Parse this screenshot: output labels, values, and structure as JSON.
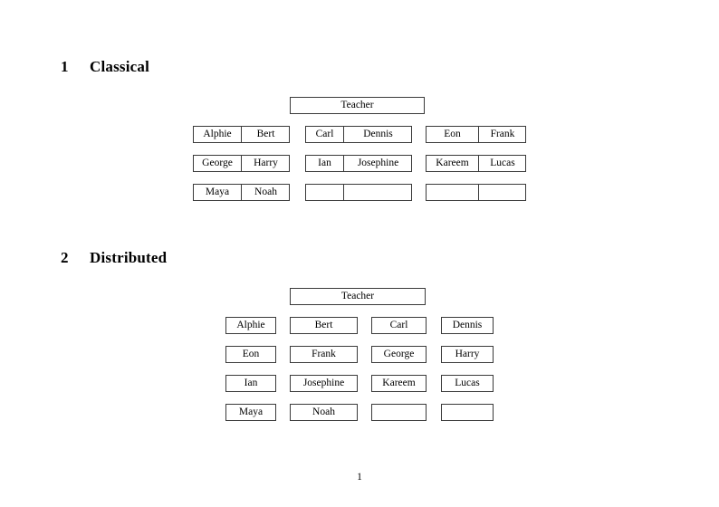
{
  "document": {
    "page_number": "1",
    "sections": [
      {
        "number": "1",
        "title": "Classical",
        "teacher_label": "Teacher",
        "layout": "grouped-pairs",
        "groups": [
          {
            "rows": [
              {
                "left": "Alphie",
                "right": "Bert"
              },
              {
                "left": "George",
                "right": "Harry"
              },
              {
                "left": "Maya",
                "right": "Noah"
              }
            ]
          },
          {
            "rows": [
              {
                "left": "Carl",
                "right": "Dennis"
              },
              {
                "left": "Ian",
                "right": "Josephine"
              },
              {
                "left": "",
                "right": ""
              }
            ]
          },
          {
            "rows": [
              {
                "left": "Eon",
                "right": "Frank"
              },
              {
                "left": "Kareem",
                "right": "Lucas"
              },
              {
                "left": "",
                "right": ""
              }
            ]
          }
        ]
      },
      {
        "number": "2",
        "title": "Distributed",
        "teacher_label": "Teacher",
        "layout": "individual-boxes",
        "grid": [
          [
            "Alphie",
            "Bert",
            "Carl",
            "Dennis"
          ],
          [
            "Eon",
            "Frank",
            "George",
            "Harry"
          ],
          [
            "Ian",
            "Josephine",
            "Kareem",
            "Lucas"
          ],
          [
            "Maya",
            "Noah",
            "",
            ""
          ]
        ]
      }
    ]
  },
  "colors": {
    "page_background": "#ffffff",
    "text": "#000000",
    "box_border": "#3a3a3a"
  }
}
